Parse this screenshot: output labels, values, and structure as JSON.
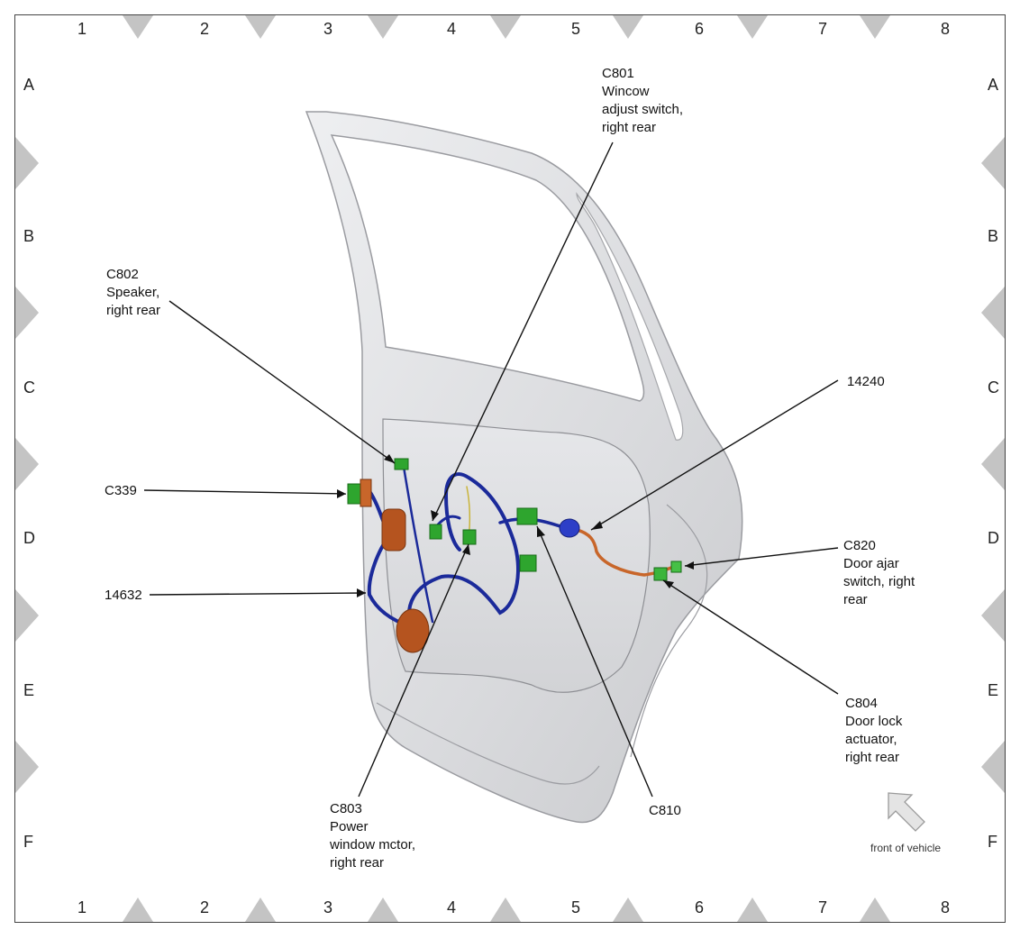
{
  "grid": {
    "columns": [
      "1",
      "2",
      "3",
      "4",
      "5",
      "6",
      "7",
      "8"
    ],
    "rows": [
      "A",
      "B",
      "C",
      "D",
      "E",
      "F"
    ]
  },
  "callouts": {
    "c801": [
      "C801",
      "Wincow",
      "adjust switch,",
      "right rear"
    ],
    "c802": [
      "C802",
      "Speaker,",
      "right rear"
    ],
    "c339": [
      "C339"
    ],
    "c14632": [
      "14632"
    ],
    "c14240": [
      "14240"
    ],
    "c820": [
      "C820",
      "Door ajar",
      "switch, right",
      "rear"
    ],
    "c804": [
      "C804",
      "Door lock",
      "actuator,",
      "right rear"
    ],
    "c803": [
      "C803",
      "Power",
      "window mctor,",
      "right rear"
    ],
    "c810": [
      "C810"
    ]
  },
  "orientation": {
    "label": "front of vehicle",
    "icon": "arrow-up-left-icon"
  },
  "colors": {
    "harness_blue": "#1b2a9a",
    "harness_orange": "#c8662a",
    "connector_green": "#2ea52e",
    "door_panel": "#dcdde0",
    "grid_marker": "#c4c4c4"
  }
}
